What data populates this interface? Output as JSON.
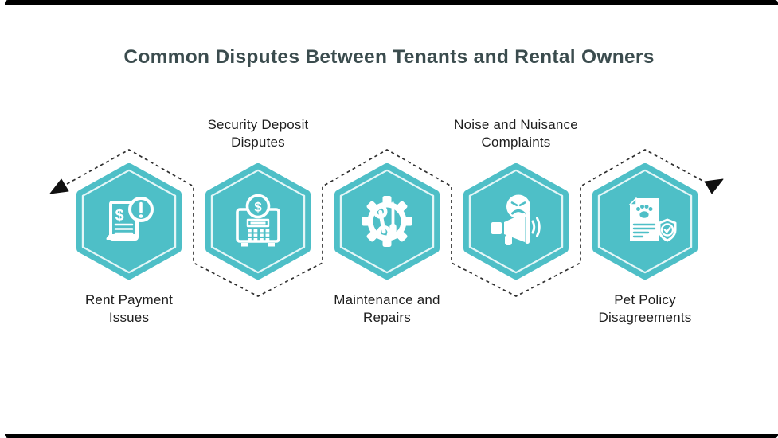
{
  "title": "Common Disputes Between Tenants and Rental Owners",
  "items": [
    {
      "line1": "Rent Payment",
      "line2": "Issues",
      "label_position": "below",
      "icon": "rent-payment-document-icon"
    },
    {
      "line1": "Security Deposit",
      "line2": "Disputes",
      "label_position": "above",
      "icon": "security-deposit-safe-icon"
    },
    {
      "line1": "Maintenance and",
      "line2": "Repairs",
      "label_position": "below",
      "icon": "maintenance-gear-tools-icon"
    },
    {
      "line1": "Noise and Nuisance",
      "line2": "Complaints",
      "label_position": "above",
      "icon": "noise-megaphone-icon"
    },
    {
      "line1": "Pet Policy",
      "line2": "Disagreements",
      "label_position": "below",
      "icon": "pet-policy-document-shield-icon"
    }
  ],
  "connector": {
    "style": "dashed zigzag through hexagons",
    "color": "#2f2f2f",
    "start_arrow": "points down-left at far left",
    "end_arrow": "points up-right at far right"
  },
  "colors": {
    "background": "#ffffff",
    "frame": "#000000",
    "hexagon_fill": "#4ebfc7",
    "hexagon_inner_line": "#ffffff",
    "title_text": "#3b4c4e",
    "label_text": "#1e1e1e",
    "connector": "#2f2f2f",
    "arrowhead": "#111111",
    "icon": "#ffffff"
  }
}
